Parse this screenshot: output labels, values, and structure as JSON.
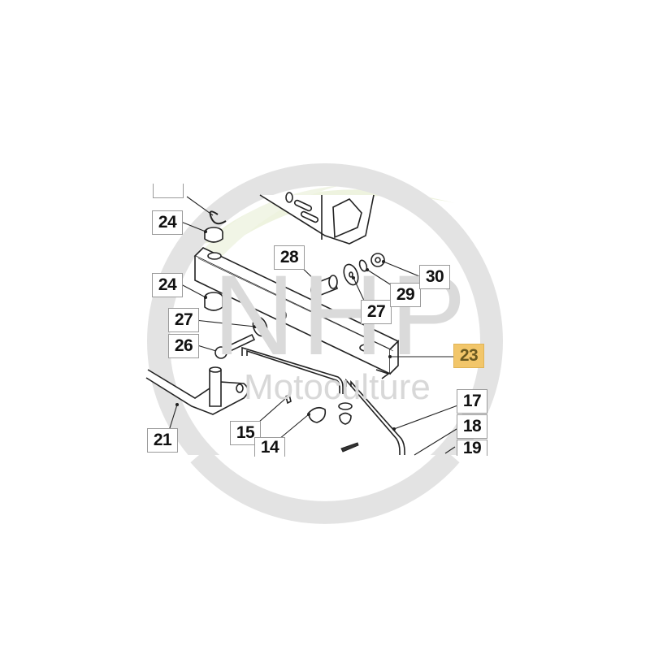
{
  "watermark": {
    "brand": "NHP",
    "subtitle": "Motoculture",
    "ring_color": "#e0e0e0",
    "leaf_color": "#eef3df"
  },
  "diagram": {
    "type": "exploded-parts-diagram",
    "highlighted_part": "23",
    "highlight_color": "#f2c66a",
    "callouts": [
      {
        "id": "top-clipped",
        "label": ""
      },
      {
        "id": "24a",
        "label": "24"
      },
      {
        "id": "24b",
        "label": "24"
      },
      {
        "id": "27a",
        "label": "27"
      },
      {
        "id": "26",
        "label": "26"
      },
      {
        "id": "28",
        "label": "28"
      },
      {
        "id": "27b",
        "label": "27"
      },
      {
        "id": "29",
        "label": "29"
      },
      {
        "id": "30",
        "label": "30"
      },
      {
        "id": "23",
        "label": "23"
      },
      {
        "id": "17",
        "label": "17"
      },
      {
        "id": "18",
        "label": "18"
      },
      {
        "id": "19",
        "label": "19"
      },
      {
        "id": "21",
        "label": "21"
      },
      {
        "id": "15",
        "label": "15"
      },
      {
        "id": "14",
        "label": "14"
      }
    ]
  }
}
